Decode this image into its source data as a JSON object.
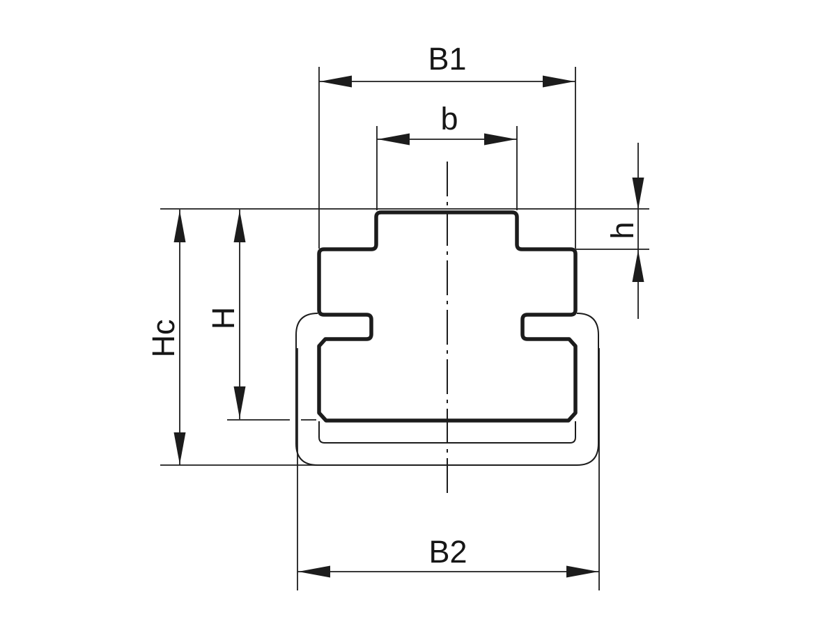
{
  "colors": {
    "background": "#ffffff",
    "line": "#1c1c1c",
    "label": "#161616"
  },
  "drawing": {
    "type": "technical-cross-section",
    "parts": [
      "plastic-guide-profile",
      "steel-c-rail"
    ],
    "dimension_labels": {
      "outer_width_top": "B1",
      "tongue_width": "b",
      "tongue_height": "h",
      "overall_height": "Hc",
      "profile_height": "H",
      "outer_width_bottom": "B2"
    }
  }
}
